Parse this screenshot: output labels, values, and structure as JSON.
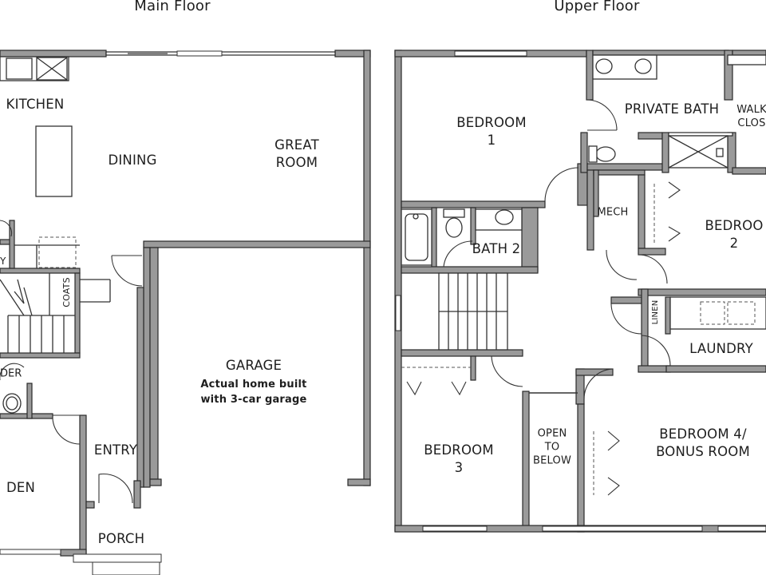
{
  "floors": {
    "main": "Main Floor",
    "upper": "Upper Floor"
  },
  "rooms": {
    "kitchen": "KITCHEN",
    "dining": "DINING",
    "great_room": [
      "GREAT",
      "ROOM"
    ],
    "garage": "GARAGE",
    "garage_note": [
      "Actual home built",
      "with 3-car garage"
    ],
    "coats": "COATS",
    "powder": "DER",
    "pantry": "Y",
    "den": "DEN",
    "entry": "ENTRY",
    "porch": "PORCH",
    "bedroom1": [
      "BEDROOM",
      "1"
    ],
    "private_bath": "PRIVATE BATH",
    "walk_closet": [
      "WALK",
      "CLOS"
    ],
    "mech": "MECH",
    "bedroom2": [
      "BEDROO",
      "2"
    ],
    "bath2": "BATH 2",
    "linen": "LINEN",
    "laundry": "LAUNDRY",
    "bedroom3": [
      "BEDROOM",
      "3"
    ],
    "open_to_below": [
      "OPEN",
      "TO",
      "BELOW"
    ],
    "bedroom4": [
      "BEDROOM 4/",
      "BONUS ROOM"
    ]
  },
  "colors": {
    "wall_fill": "#9a9a9a",
    "wall_edge": "#2a2a2a",
    "fixture_line": "#333333",
    "text": "#1e1e1e"
  }
}
